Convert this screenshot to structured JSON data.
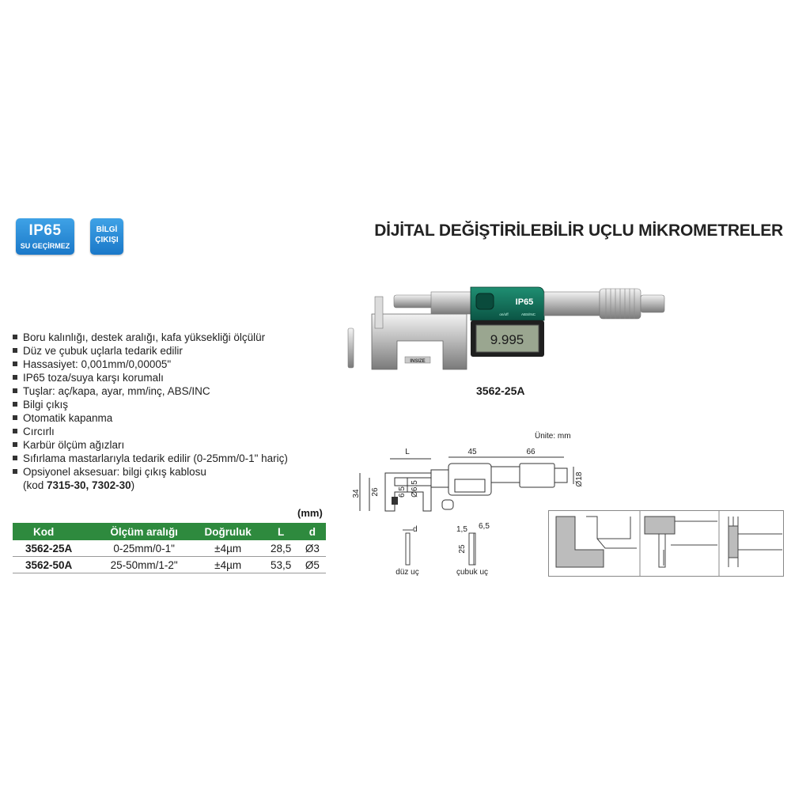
{
  "badges": {
    "ip65": {
      "line1": "IP65",
      "line2": "SU GEÇİRMEZ"
    },
    "bilgi": {
      "line1": "BİLGİ",
      "line2": "ÇIKIŞI"
    }
  },
  "title": "DİJİTAL DEĞİŞTİRİLEBİLİR UÇLU MİKROMETRELER",
  "features": [
    "Boru kalınlığı, destek aralığı, kafa yüksekliği ölçülür",
    "Düz ve çubuk uçlarla tedarik edilir",
    "Hassasiyet: 0,001mm/0,00005\"",
    "IP65 toza/suya karşı korumalı",
    "Tuşlar: aç/kapa, ayar, mm/inç, ABS/INC",
    "Bilgi çıkış",
    "Otomatik kapanma",
    "Cırcırlı",
    "Karbür ölçüm ağızları",
    "Sıfırlama mastarlarıyla tedarik edilir (0-25mm/0-1\" hariç)",
    "Opsiyonel aksesuar: bilgi çıkış kablosu"
  ],
  "feature_note": {
    "prefix": "(kod ",
    "codes": "7315-30, 7302-30",
    "suffix": ")"
  },
  "table": {
    "unit": "(mm)",
    "headers": [
      "Kod",
      "Ölçüm aralığı",
      "Doğruluk",
      "L",
      "d"
    ],
    "rows": [
      [
        "3562-25A",
        "0-25mm/0-1\"",
        "±4µm",
        "28,5",
        "Ø3"
      ],
      [
        "3562-50A",
        "25-50mm/1-2\"",
        "±4µm",
        "53,5",
        "Ø5"
      ]
    ]
  },
  "product": {
    "model": "3562-25A",
    "display_value": "9.995",
    "display_badge": "IP65",
    "logo": "INSIZE",
    "btn_left": "on/off",
    "btn_right": "ABS/INC"
  },
  "drawing": {
    "unit_label": "Ünite: mm",
    "dims": {
      "L": "L",
      "d45": "45",
      "d66": "66",
      "d18": "Ø18",
      "d34": "34",
      "d26": "26",
      "d65": "6,5",
      "d065": "Ø6,5"
    },
    "tips": {
      "flat": {
        "d": "d",
        "caption": "düz uç"
      },
      "rod": {
        "d15": "1,5",
        "d65": "6,5",
        "d25": "25",
        "caption": "çubuk uç"
      }
    }
  },
  "colors": {
    "header_green": "#2e8a3e",
    "badge_blue": "#1a78c8",
    "body_green": "#0f6b55"
  }
}
